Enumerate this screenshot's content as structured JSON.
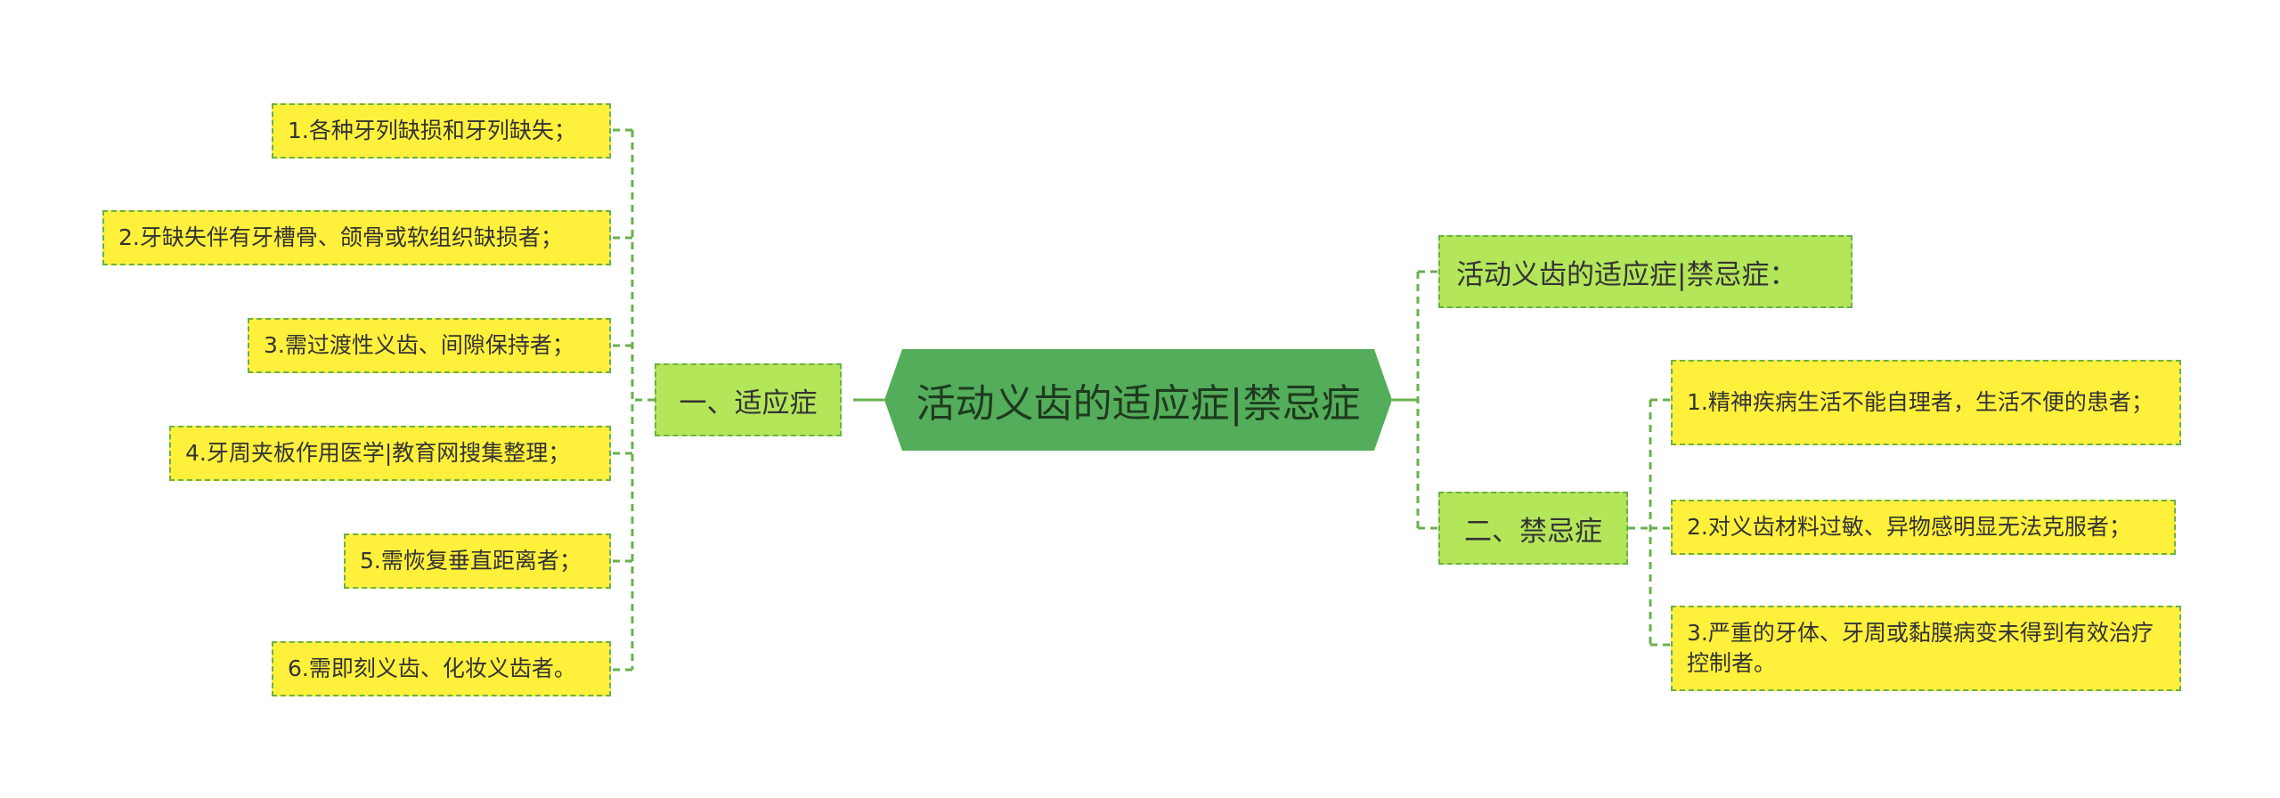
{
  "root": {
    "title": "活动义齿的适应症|禁忌症"
  },
  "left_branch": {
    "label": "一、适应症",
    "items": [
      "1.各种牙列缺损和牙列缺失；",
      "2.牙缺失伴有牙槽骨、颌骨或软组织缺损者；",
      "3.需过渡性义齿、间隙保持者；",
      "4.牙周夹板作用医学|教育网搜集整理；",
      "5.需恢复垂直距离者；",
      "6.需即刻义齿、化妆义齿者。"
    ]
  },
  "right_top": {
    "label": "活动义齿的适应症|禁忌症："
  },
  "right_branch": {
    "label": "二、禁忌症",
    "items": [
      "1.精神疾病生活不能自理者，生活不便的患者；",
      "2.对义齿材料过敏、异物感明显无法克服者；",
      "3.严重的牙体、牙周或黏膜病变未得到有效治疗控制者。"
    ]
  },
  "colors": {
    "root_fill": "#53ad5a",
    "branch_fill": "#b4e65a",
    "leaf_fill": "#fff03c",
    "connector": "#6ab04c"
  }
}
